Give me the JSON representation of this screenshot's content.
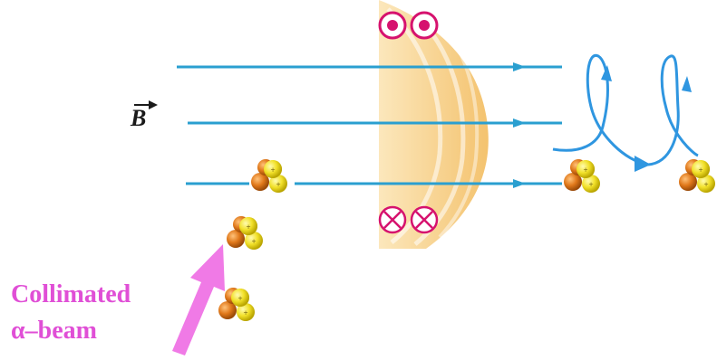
{
  "diagram": {
    "field_symbol": "B",
    "beam_label_line1": "Collimated",
    "beam_label_line2": "α–beam",
    "colors": {
      "field_lines": "#2a9fd0",
      "helix_path": "#2f96e0",
      "coil_band": "#f3c26a",
      "coil_marks": "#d6126e",
      "beam_arrow": "#f07ae6",
      "beam_text": "#e04fd6",
      "proton": "#f2e12a",
      "neutron": "#e0781a"
    },
    "icons": {
      "field_out_of_page": "dot-in-circle",
      "field_into_page": "cross-in-circle",
      "alpha_particle": "four-nucleon-cluster"
    }
  }
}
